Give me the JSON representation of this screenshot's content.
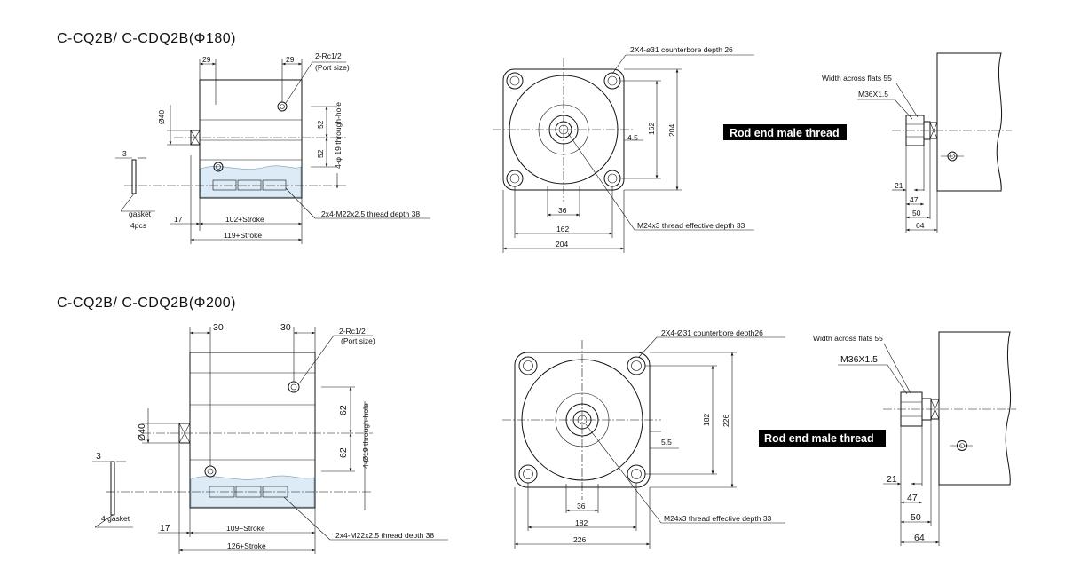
{
  "views": [
    {
      "title": "C-CQ2B/ C-CDQ2B(Φ180)",
      "side": {
        "port_offset_left": "29",
        "port_offset_right": "29",
        "port_label": "2-Rc1/2",
        "port_sub": "(Port size)",
        "rod_dia": "Ø40",
        "pitch_upper": "52",
        "pitch_lower": "52",
        "through_hole": "4-φ 19 through-hole",
        "gasket_thk": "3",
        "gasket_label": "gasket",
        "gasket_qty": "4pcs",
        "rod_len": "17",
        "body_len": "102+Stroke",
        "total_len": "119+Stroke",
        "thread_note": "2x4-M22x2.5 thread depth 38"
      },
      "front": {
        "counterbore": "2X4-ø31 counterbore depth 26",
        "pcd_v": "162",
        "square_v": "204",
        "offset": "4.5",
        "boss": "36",
        "pcd_h": "162",
        "square_h": "204",
        "rod_thread": "M24x3 thread effective depth 33"
      },
      "badge": "Rod end male thread",
      "rodend": {
        "flats": "Width across flats 55",
        "thread": "M36X1.5",
        "d21": "21",
        "d47": "47",
        "d50": "50",
        "d64": "64"
      }
    },
    {
      "title": "C-CQ2B/ C-CDQ2B(Φ200)",
      "side": {
        "port_offset_left": "30",
        "port_offset_right": "30",
        "port_label": "2-Rc1/2",
        "port_sub": "(Port size)",
        "rod_dia": "Ø40",
        "pitch_upper": "62",
        "pitch_lower": "62",
        "through_hole": "4-Ø19 through-hole",
        "gasket_thk": "3",
        "gasket_label": "4 gasket",
        "gasket_qty": "",
        "rod_len": "17",
        "body_len": "109+Stroke",
        "total_len": "126+Stroke",
        "thread_note": "2x4-M22x2.5 thread depth 38"
      },
      "front": {
        "counterbore": "2X4-Ø31 counterbore depth26",
        "pcd_v": "182",
        "square_v": "226",
        "offset": "5.5",
        "boss": "36",
        "pcd_h": "182",
        "square_h": "226",
        "rod_thread": "M24x3 thread effective depth 33"
      },
      "badge": "Rod end male thread",
      "rodend": {
        "flats": "Width across flats 55",
        "thread": "M36X1.5",
        "d21": "21",
        "d47": "47",
        "d50": "50",
        "d64": "64"
      }
    }
  ],
  "colors": {
    "line": "#111111",
    "section_fill": "#dcebf5",
    "badge_bg": "#000000",
    "badge_text": "#ffffff"
  }
}
